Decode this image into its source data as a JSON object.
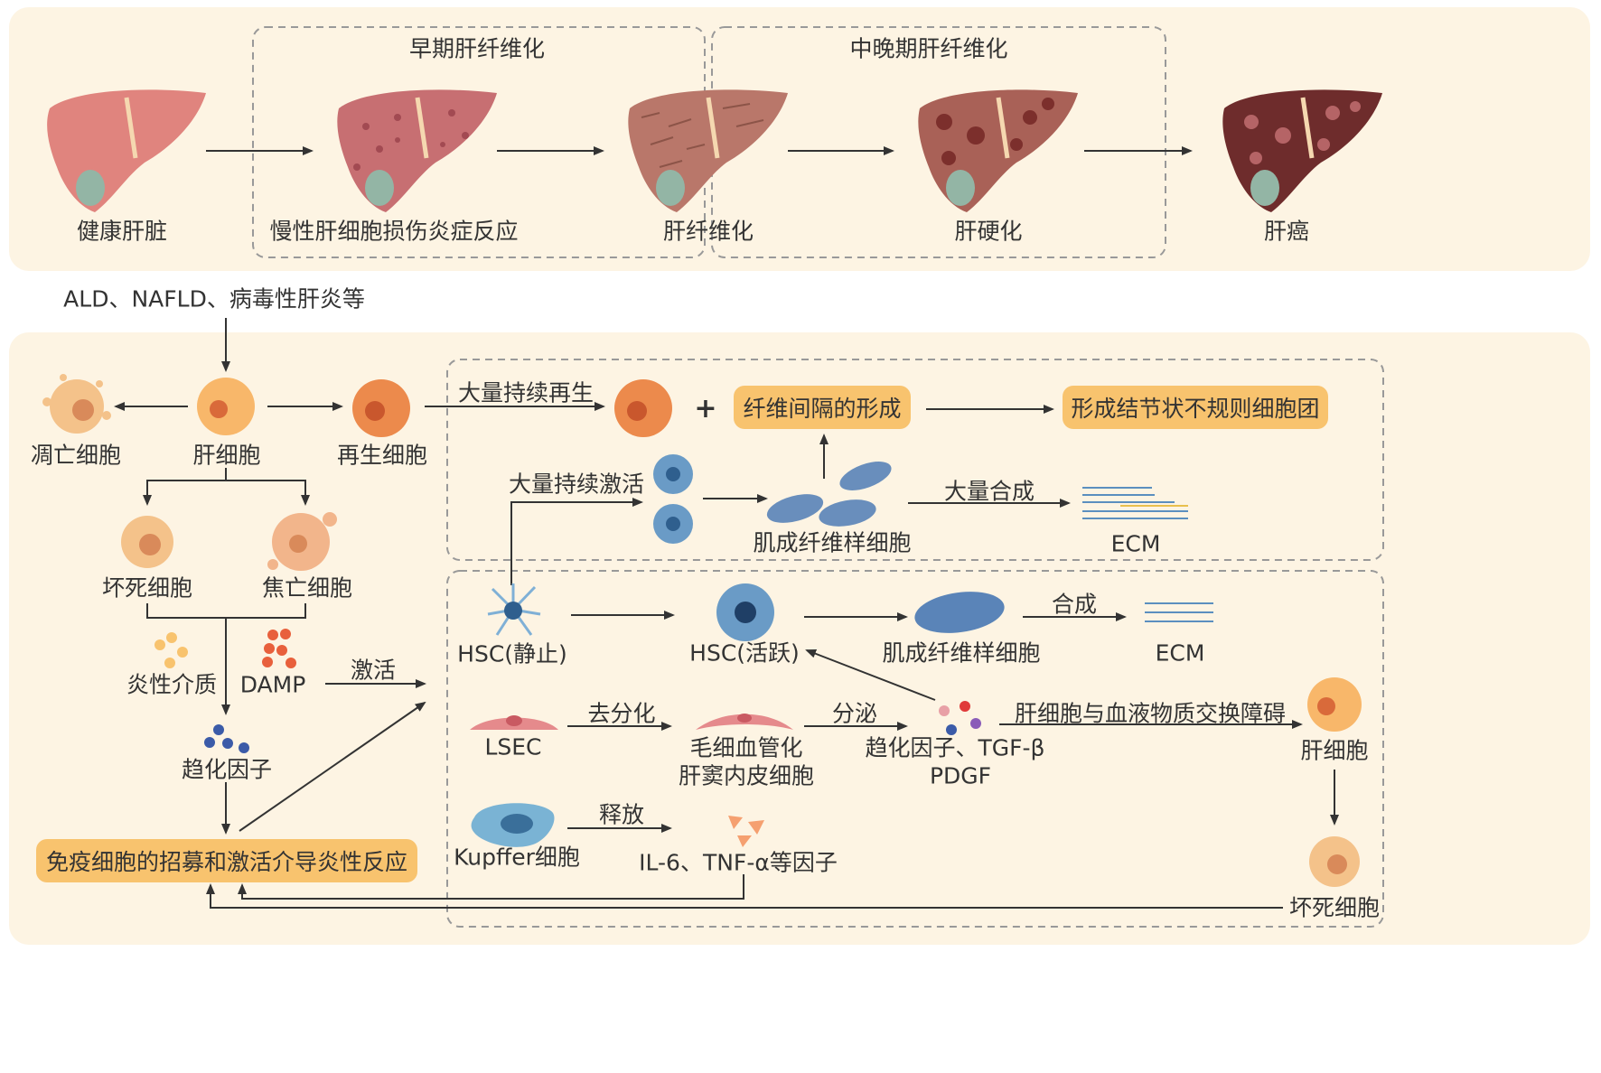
{
  "stages": {
    "early_title": "早期肝纤维化",
    "late_title": "中晚期肝纤维化",
    "labels": [
      "健康肝脏",
      "慢性肝细胞损伤炎症反应",
      "肝纤维化",
      "肝硬化",
      "肝癌"
    ]
  },
  "causes": "ALD、NAFLD、病毒性肝炎等",
  "left": {
    "apoptotic": "凋亡细胞",
    "hepatocyte": "肝细胞",
    "regenerative": "再生细胞",
    "necrotic": "坏死细胞",
    "pyroptotic": "焦亡细胞",
    "inflammatory_mediators": "炎性介质",
    "damp": "DAMP",
    "activate": "激活",
    "chemokine": "趋化因子",
    "immune_box": "免疫细胞的招募和激活介导炎性反应"
  },
  "upper": {
    "sustained_regeneration": "大量持续再生",
    "septa": "纤维间隔的形成",
    "nodules": "形成结节状不规则细胞团",
    "sustained_activation": "大量持续激活",
    "myofibroblast": "肌成纤维样细胞",
    "mass_synthesis": "大量合成",
    "ecm": "ECM"
  },
  "lower": {
    "hsc_quiescent": "HSC(静止)",
    "hsc_active": "HSC(活跃)",
    "myofibroblast": "肌成纤维样细胞",
    "synthesis": "合成",
    "ecm": "ECM",
    "lsec": "LSEC",
    "dedifferentiation": "去分化",
    "capillarized_1": "毛细血管化",
    "capillarized_2": "肝窦内皮细胞",
    "secrete": "分泌",
    "factors_1": "趋化因子、TGF-β",
    "factors_2": "PDGF",
    "exchange_barrier": "肝细胞与血液物质交换障碍",
    "hepatocyte": "肝细胞",
    "necrotic": "坏死细胞",
    "kupffer": "Kupffer细胞",
    "release": "释放",
    "cytokines": "IL-6、TNF-α等因子"
  },
  "colors": {
    "panel_bg": "#fdf4e3",
    "pill": "#f8c36e",
    "arrow": "#333333",
    "dashed": "#999999",
    "hepatocyte": "#f8b76a",
    "hsc": "#5b8fbf",
    "lsec": "#e58a8c"
  }
}
